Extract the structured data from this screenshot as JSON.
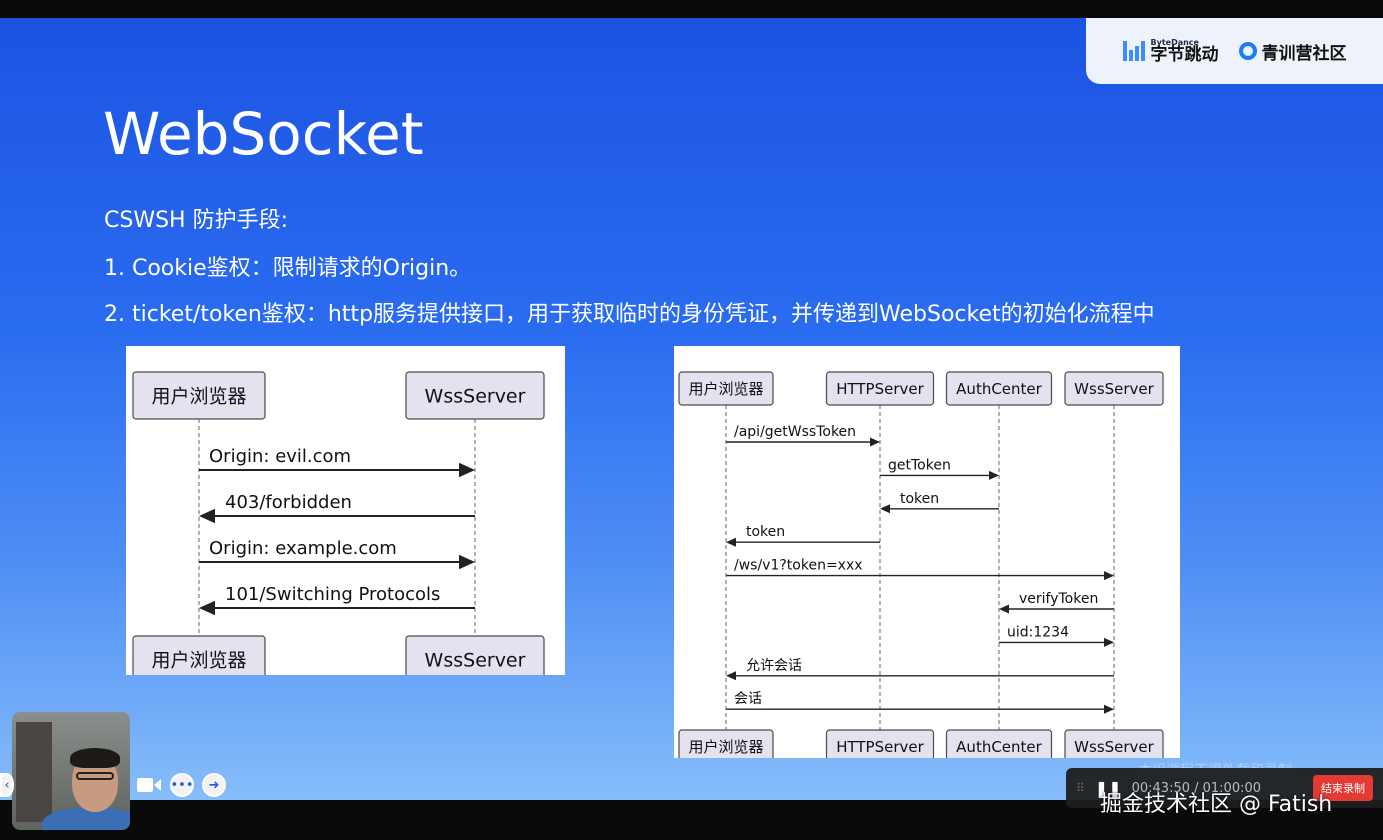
{
  "brand": {
    "bytedance_small": "ByteDance",
    "bytedance_name": "字节跳动",
    "community_name": "青训营社区"
  },
  "slide": {
    "title": "WebSocket",
    "lines": [
      "CSWSH 防护手段:",
      "1. Cookie鉴权：限制请求的Origin。",
      "2. ticket/token鉴权：http服务提供接口，用于获取临时的身份凭证，并传递到WebSocket的初始化流程中"
    ]
  },
  "diagram1": {
    "participants": [
      "用户浏览器",
      "WssServer"
    ],
    "messages": [
      {
        "label": "Origin: evil.com",
        "from": 0,
        "to": 1
      },
      {
        "label": "403/forbidden",
        "from": 1,
        "to": 0
      },
      {
        "label": "Origin: example.com",
        "from": 0,
        "to": 1
      },
      {
        "label": "101/Switching Protocols",
        "from": 1,
        "to": 0
      }
    ]
  },
  "diagram2": {
    "participants": [
      "用户浏览器",
      "HTTPServer",
      "AuthCenter",
      "WssServer"
    ],
    "messages": [
      {
        "label": "/api/getWssToken",
        "from": 0,
        "to": 1
      },
      {
        "label": "getToken",
        "from": 1,
        "to": 2
      },
      {
        "label": "token",
        "from": 2,
        "to": 1
      },
      {
        "label": "token",
        "from": 1,
        "to": 0
      },
      {
        "label": "/ws/v1?token=xxx",
        "from": 0,
        "to": 3
      },
      {
        "label": "verifyToken",
        "from": 3,
        "to": 2
      },
      {
        "label": "uid:1234",
        "from": 2,
        "to": 3
      },
      {
        "label": "允许会话",
        "from": 3,
        "to": 0
      },
      {
        "label": "会话",
        "from": 0,
        "to": 3
      }
    ]
  },
  "watermark": "本组课程不得外载和录制",
  "recorder": {
    "time": "00:43:50 / 01:00:00",
    "stop_label": "结束录制"
  },
  "footer": "掘金技术社区 @ Fatish",
  "colors": {
    "arrow": "#222222",
    "box_fill": "#e3e2ee",
    "box_stroke": "#4a4a4a"
  }
}
